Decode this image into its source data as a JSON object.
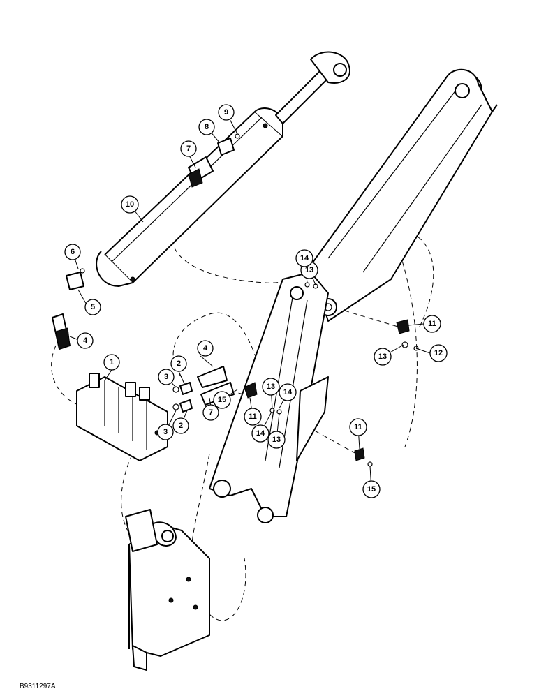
{
  "figure_code": "B9311297A",
  "callouts": [
    {
      "label": "1"
    },
    {
      "label": "2"
    },
    {
      "label": "2"
    },
    {
      "label": "3"
    },
    {
      "label": "3"
    },
    {
      "label": "4"
    },
    {
      "label": "4"
    },
    {
      "label": "5"
    },
    {
      "label": "6"
    },
    {
      "label": "7"
    },
    {
      "label": "7"
    },
    {
      "label": "8"
    },
    {
      "label": "9"
    },
    {
      "label": "10"
    },
    {
      "label": "11"
    },
    {
      "label": "11"
    },
    {
      "label": "11"
    },
    {
      "label": "12"
    },
    {
      "label": "13"
    },
    {
      "label": "13"
    },
    {
      "label": "13"
    },
    {
      "label": "13"
    },
    {
      "label": "14"
    },
    {
      "label": "14"
    },
    {
      "label": "14"
    },
    {
      "label": "15"
    },
    {
      "label": "15"
    }
  ]
}
